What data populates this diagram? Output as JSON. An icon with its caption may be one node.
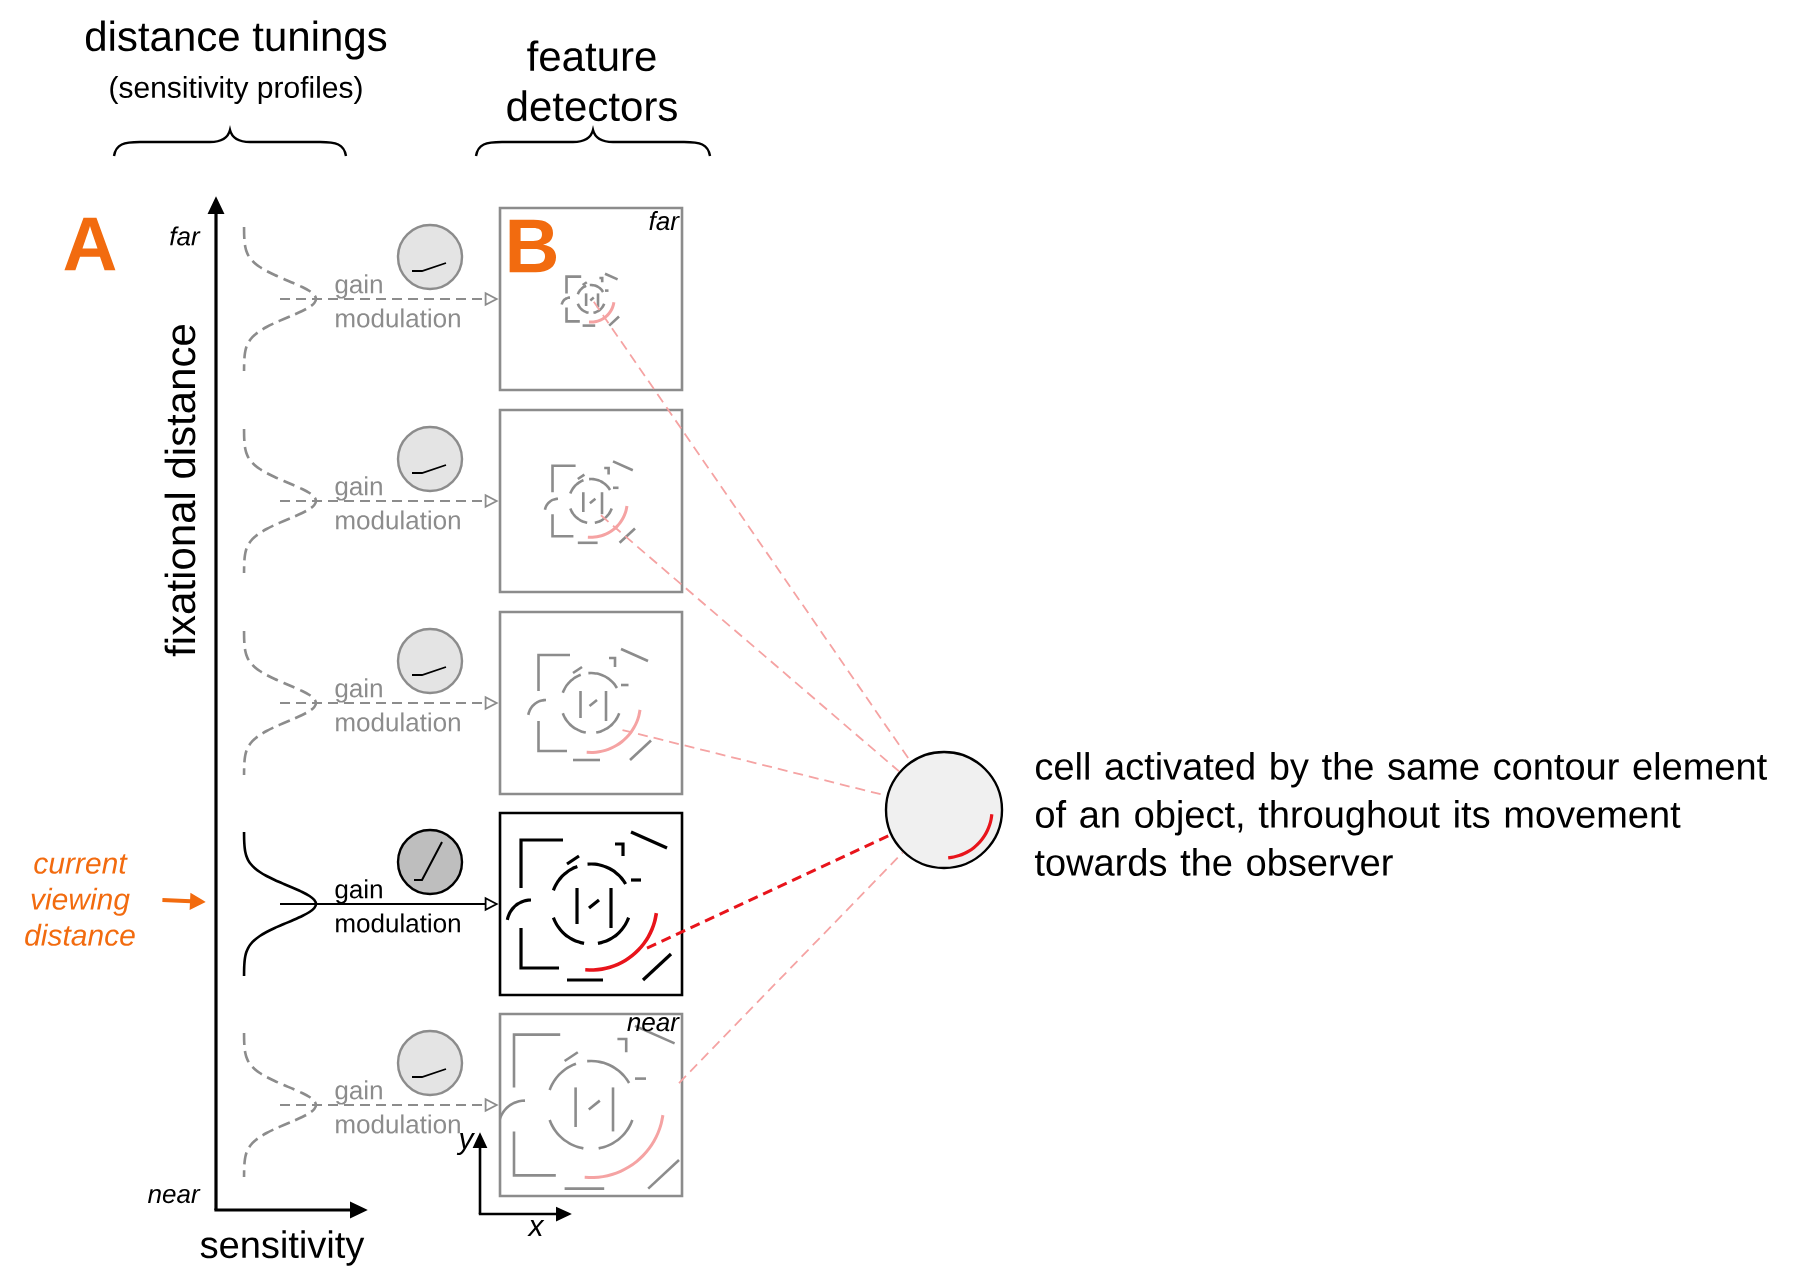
{
  "diagram": {
    "nodes": [
      {
        "text": [
          "far"
        ]
      },
      {
        "text": [],
        "shape": "box"
      },
      {
        "text": [],
        "shape": "box"
      },
      {
        "text": [],
        "shape": "box"
      },
      {
        "text": [
          "near"
        ]
      },
      {
        "text": [],
        "shape": "circle",
        "beside": [
          "cell activated by the same contour element of an object, throughout its movement towards the observer"
        ]
      },
      {
        "text": [
          "current viewing distance"
        ]
      },
      {
        "text": [],
        "shape": "curve"
      },
      {
        "text": [],
        "shape": "curve"
      },
      {
        "text": [],
        "shape": "curve"
      },
      {
        "text": [],
        "shape": "curve"
      },
      {
        "text": [],
        "shape": "curve"
      }
    ],
    "edges": [
      {
        "from": 0,
        "to": 5,
        "arrow": "none",
        "style": "dashed",
        "color": "#f5a3a3"
      },
      {
        "from": 1,
        "to": 5,
        "arrow": "none",
        "style": "dashed",
        "color": "#f5a3a3"
      },
      {
        "from": 2,
        "to": 5,
        "arrow": "none",
        "style": "dashed",
        "color": "#f5a3a3"
      },
      {
        "from": 3,
        "to": 5,
        "arrow": "none",
        "style": "dashed",
        "color": "#e8141b"
      },
      {
        "from": 4,
        "to": 5,
        "arrow": "none",
        "style": "dashed",
        "color": "#f5a3a3"
      },
      {
        "from": 7,
        "to": 0,
        "arrow": "to",
        "style": "dashed",
        "color": "#8c8c8c"
      },
      {
        "from": 8,
        "to": 1,
        "arrow": "to",
        "style": "dashed",
        "color": "#8c8c8c"
      },
      {
        "from": 9,
        "to": 2,
        "arrow": "to",
        "style": "dashed",
        "color": "#8c8c8c"
      },
      {
        "from": 10,
        "to": 3,
        "arrow": "to",
        "color": "#000000"
      },
      {
        "from": 11,
        "to": 4,
        "arrow": "to",
        "style": "dashed",
        "color": "#8c8c8c"
      },
      {
        "from": 6,
        "to": null,
        "arrow": "to",
        "color": "#f26b0f"
      }
    ],
    "labels": [
      "distance tunings",
      "(sensitivity profiles)",
      "feature detectors",
      "A",
      "far",
      "B",
      "fixational distance",
      "gain",
      "modulation",
      "gain",
      "modulation",
      "gain",
      "modulation",
      "gain",
      "modulation",
      "gain",
      "modulation",
      "near",
      "y",
      "sensitivity",
      "x"
    ]
  }
}
